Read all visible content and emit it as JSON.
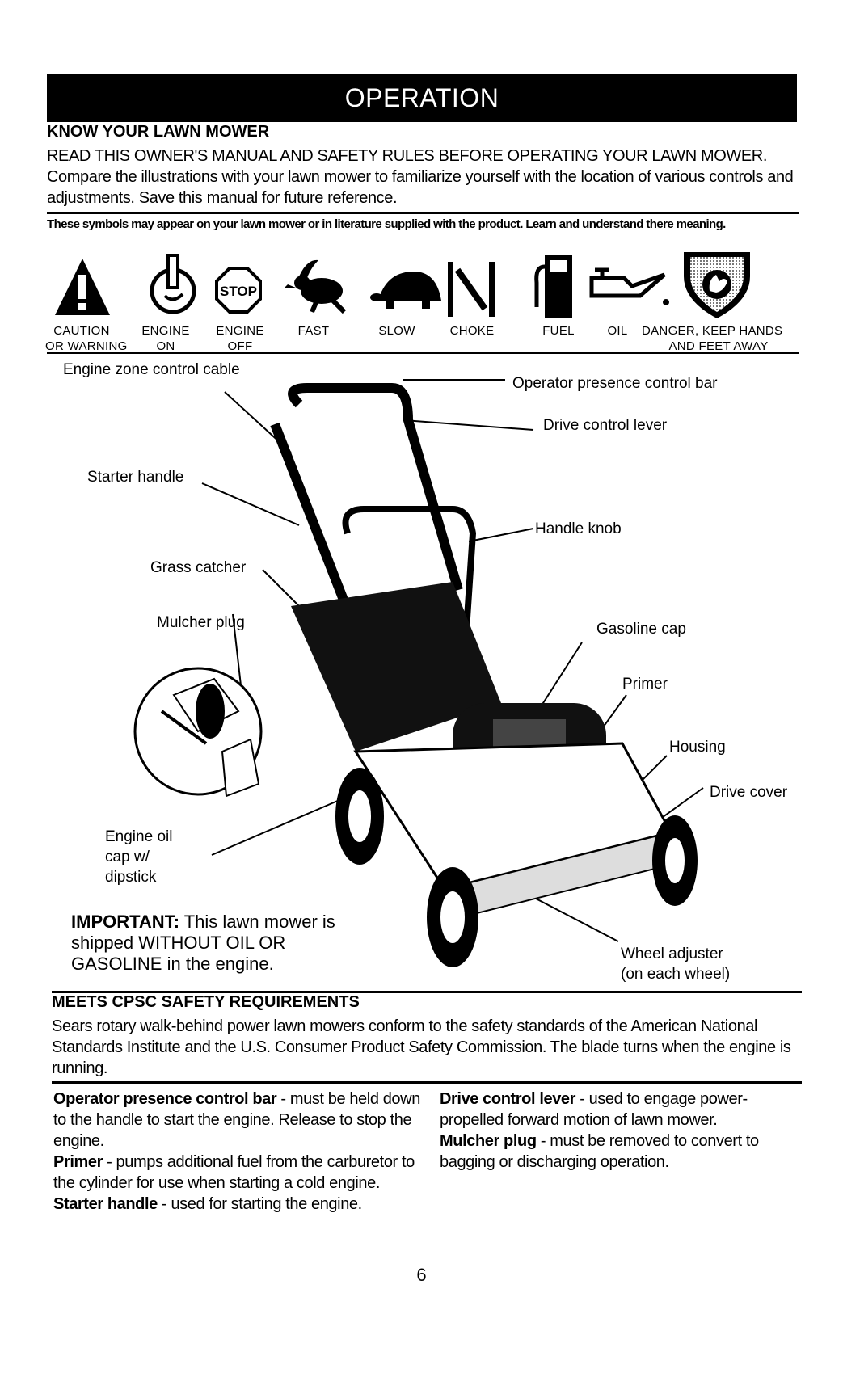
{
  "banner": {
    "title": "OPERATION"
  },
  "know": {
    "heading": "KNOW YOUR LAWN MOWER",
    "intro": "READ THIS OWNER'S MANUAL AND SAFETY RULES BEFORE OPERATING YOUR LAWN MOWER.  Compare the illustrations with your lawn mower to familiarize yourself with the location of various controls and adjustments.  Save this manual for future reference."
  },
  "symbols": {
    "note": "These symbols may appear on your lawn mower or in literature supplied with the product. Learn and understand there meaning.",
    "items": [
      {
        "icon": "caution-triangle-icon",
        "line1": "CAUTION",
        "line2": "OR WARNING"
      },
      {
        "icon": "engine-on-icon",
        "line1": "ENGINE",
        "line2": "ON"
      },
      {
        "icon": "engine-off-stop-icon",
        "line1": "ENGINE",
        "line2": "OFF"
      },
      {
        "icon": "rabbit-fast-icon",
        "line1": "FAST",
        "line2": ""
      },
      {
        "icon": "turtle-slow-icon",
        "line1": "SLOW",
        "line2": ""
      },
      {
        "icon": "choke-icon",
        "line1": "CHOKE",
        "line2": ""
      },
      {
        "icon": "fuel-pump-icon",
        "line1": "FUEL",
        "line2": ""
      },
      {
        "icon": "oil-can-icon",
        "line1": "OIL",
        "line2": ""
      },
      {
        "icon": "hand-shield-icon",
        "line1": "DANGER, KEEP HANDS",
        "line2": "AND FEET AWAY"
      }
    ]
  },
  "callouts": {
    "engine_zone": "Engine zone control cable",
    "operator_bar": "Operator presence control bar",
    "drive_lever": "Drive control lever",
    "starter": "Starter handle",
    "handle_knob": "Handle knob",
    "grass_catcher": "Grass catcher",
    "mulcher_plug": "Mulcher plug",
    "gasoline_cap": "Gasoline cap",
    "primer": "Primer",
    "housing": "Housing",
    "drive_cover": "Drive cover",
    "oil_cap_1": "Engine oil",
    "oil_cap_2": "cap w/",
    "oil_cap_3": "dipstick",
    "wheel_adjuster_1": "Wheel adjuster",
    "wheel_adjuster_2": "(on each wheel)"
  },
  "important": {
    "label": "IMPORTANT:",
    "line1": " This lawn mower is",
    "line2": "shipped WITHOUT OIL OR",
    "line3": "GASOLINE  in the engine."
  },
  "meets": {
    "heading": "MEETS CPSC SAFETY REQUIREMENTS",
    "text": "Sears rotary walk-behind power lawn mowers conform to the safety standards of the American National Standards Institute and the U.S. Consumer Product Safety Commission.  The blade turns when the engine is running."
  },
  "definitions": {
    "left": [
      {
        "term": "Operator presence control bar",
        "desc": " - must  be held down to the handle to start the engine. Release to stop the engine."
      },
      {
        "term": "Primer",
        "desc": " - pumps additional fuel from the carburetor to the cylinder for use when starting a cold engine."
      },
      {
        "term": "Starter handle",
        "desc": " - used for starting the engine."
      }
    ],
    "right": [
      {
        "term": "Drive control lever",
        "desc": " - used to engage power-propelled forward motion of  lawn mower."
      },
      {
        "term": "Mulcher plug",
        "desc": " - must be removed to convert to bagging or discharging operation."
      }
    ]
  },
  "page": {
    "number": "6"
  }
}
